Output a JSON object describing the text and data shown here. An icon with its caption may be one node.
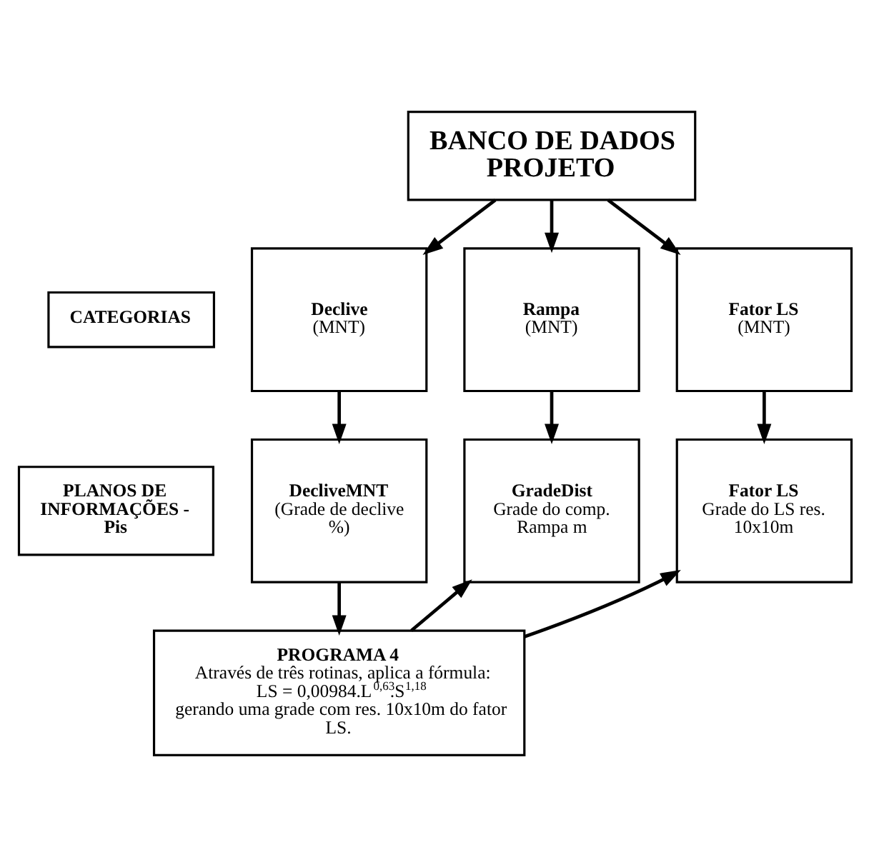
{
  "diagram": {
    "nodes": [
      {
        "text": [
          "BANCO DE DADOS PROJETO"
        ]
      },
      {
        "text": [
          "CATEGORIAS"
        ]
      },
      {
        "text": [
          "Declive",
          "(MNT)"
        ]
      },
      {
        "text": [
          "Rampa",
          "(MNT)"
        ]
      },
      {
        "text": [
          "Fator LS",
          "(MNT)"
        ]
      },
      {
        "text": [
          "PLANOS DE INFORMAÇÕES - Pis"
        ]
      },
      {
        "text": [
          "DecliveMNT",
          "(Grade de declive %)"
        ]
      },
      {
        "text": [
          "GradeDist",
          "Grade do comp. Rampa m"
        ]
      },
      {
        "text": [
          "Fator LS",
          "Grade do LS res. 10x10m"
        ]
      },
      {
        "text": [
          "PROGRAMA 4",
          "Através de três rotinas, aplica a fórmula:",
          "LS = 0,00984.L$^{0,63}$.S$^{1,18}$",
          "gerando uma grade com res. 10x10m do fator LS."
        ]
      }
    ],
    "edges": [
      {
        "from": 0,
        "to": 2,
        "arrow": "to"
      },
      {
        "from": 0,
        "to": 3,
        "arrow": "to"
      },
      {
        "from": 0,
        "to": 4,
        "arrow": "to"
      },
      {
        "from": 2,
        "to": 6,
        "arrow": "to"
      },
      {
        "from": 3,
        "to": 7,
        "arrow": "to"
      },
      {
        "from": 4,
        "to": 8,
        "arrow": "to"
      },
      {
        "from": 6,
        "to": 9,
        "arrow": "to"
      },
      {
        "from": 9,
        "to": 7,
        "arrow": "to"
      },
      {
        "from": 9,
        "to": 8,
        "arrow": "to"
      }
    ]
  }
}
